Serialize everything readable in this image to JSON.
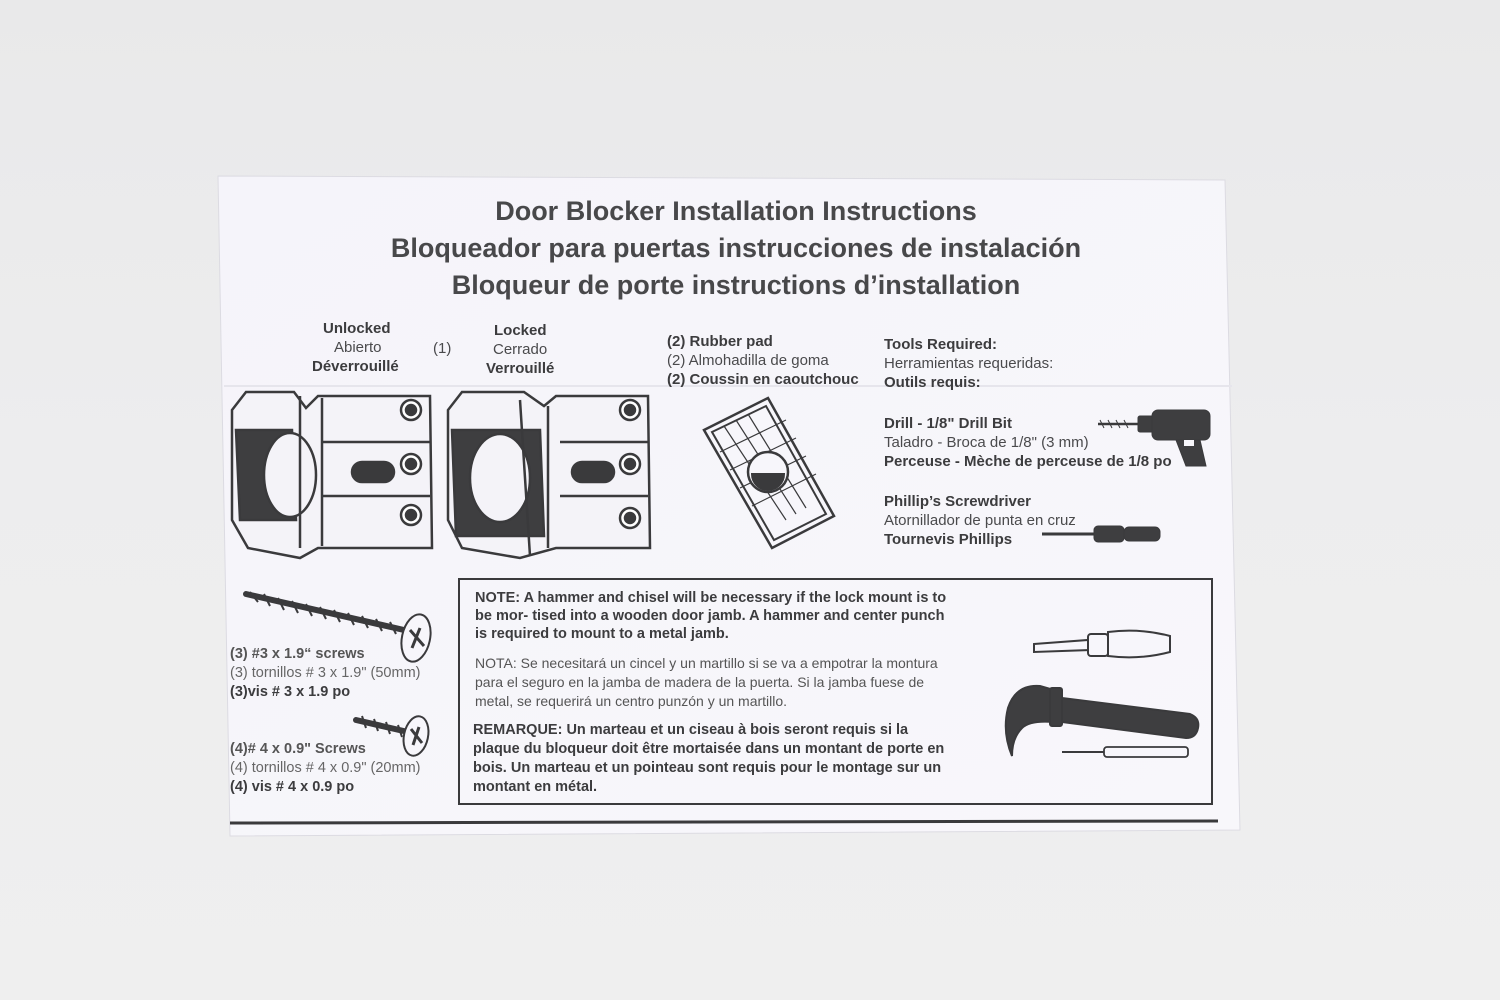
{
  "titles": {
    "en": "Door Blocker Installation Instructions",
    "es": "Bloqueador para puertas instrucciones de instalación",
    "fr": "Bloqueur de porte instructions d’installation"
  },
  "unlocked": {
    "en": "Unlocked",
    "es": "Abierto",
    "fr": "Déverrouillé",
    "qty": "(1)"
  },
  "locked": {
    "en": "Locked",
    "es": "Cerrado",
    "fr": "Verrouillé"
  },
  "rubber_pad": {
    "en": "(2) Rubber pad",
    "es": "(2) Almohadilla de goma",
    "fr": "(2) Coussin en caoutchouc"
  },
  "tools": {
    "heading_en": "Tools Required:",
    "heading_es": "Herramientas requeridas:",
    "heading_fr": "Outils requis:",
    "drill_en": "Drill - 1/8\" Drill Bit",
    "drill_es": "Taladro - Broca de 1/8\" (3 mm)",
    "drill_fr": "Perceuse - Mèche de perceuse de 1/8 po",
    "screwdriver_en": "Phillip’s Screwdriver",
    "screwdriver_es": "Atornillador de punta en cruz",
    "screwdriver_fr": "Tournevis Phillips"
  },
  "screws_long": {
    "en": "(3) #3 x 1.9“ screws",
    "es": "(3) tornillos # 3 x 1.9\" (50mm)",
    "fr": "(3)vis # 3 x 1.9 po"
  },
  "screws_short": {
    "en": "(4)# 4 x 0.9\" Screws",
    "es": "(4) tornillos # 4 x 0.9\" (20mm)",
    "fr": "(4) vis # 4 x 0.9 po"
  },
  "note": {
    "en_1": "NOTE: A hammer and chisel will be necessary if the lock mount is to",
    "en_2": "be mor- tised into a wooden door jamb. A hammer and center punch",
    "en_3": "is required to mount to a metal jamb.",
    "es_1": "NOTA: Se necesitará un cincel y un martillo si se va a empotrar la montura",
    "es_2": "para el seguro en la jamba de madera de la puerta. Si la jamba fuese de",
    "es_3": "metal, se requerirá un centro punzón y un martillo.",
    "fr_1": "REMARQUE: Un marteau et un ciseau à bois seront requis si la",
    "fr_2": "plaque du bloqueur doit être mortaisée dans un montant de porte en",
    "fr_3": "bois. Un marteau et un pointeau sont requis pour le montage sur un",
    "fr_4": "montant en métal."
  },
  "colors": {
    "paper": "#f7f6fb",
    "ink": "#3a3a3c",
    "background": "#ececed"
  }
}
